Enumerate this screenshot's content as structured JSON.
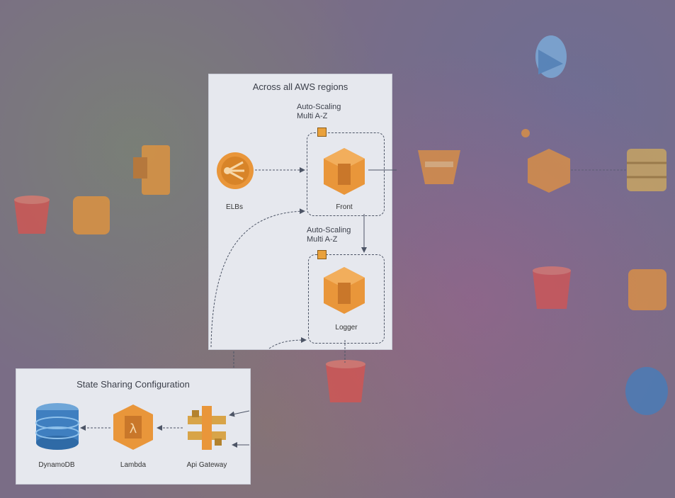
{
  "regions": {
    "title": "Across all AWS regions",
    "front_group": {
      "label_line1": "Auto-Scaling",
      "label_line2": "Multi A-Z"
    },
    "logger_group": {
      "label_line1": "Auto-Scaling",
      "label_line2": "Multi A-Z"
    },
    "nodes": {
      "elbs": "ELBs",
      "front": "Front",
      "logger": "Logger"
    }
  },
  "state_sharing": {
    "title": "State Sharing Configuration",
    "nodes": {
      "dynamodb": "DynamoDB",
      "lambda": "Lambda",
      "api_gateway": "Api Gateway"
    }
  },
  "colors": {
    "aws_orange": "#e9963a",
    "aws_red": "#d9534f",
    "dynamodb_blue": "#3f7fc0",
    "panel_bg": "#e6e8ee",
    "arrow": "#4d5566"
  },
  "icons": [
    "elb-icon",
    "ec2-front-icon",
    "ec2-logger-icon",
    "lambda-icon",
    "api-gateway-icon",
    "dynamodb-icon",
    "s3-bucket-icon",
    "cloudfront-icon"
  ]
}
